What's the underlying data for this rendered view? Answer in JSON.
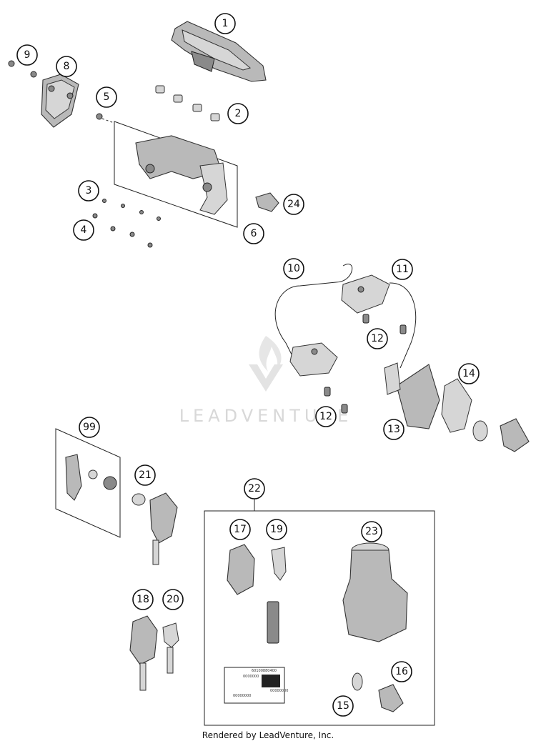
{
  "watermark": "LEADVENTURE",
  "footer": "Rendered by LeadVenture, Inc.",
  "callouts": [
    "1",
    "2",
    "3",
    "4",
    "5",
    "6",
    "8",
    "9",
    "10",
    "11",
    "12",
    "12",
    "13",
    "14",
    "15",
    "16",
    "17",
    "18",
    "19",
    "20",
    "21",
    "22",
    "23",
    "24",
    "99"
  ],
  "barcode_label": {
    "top_text": "60100880400",
    "mid_text": "0000000",
    "code_text": "00000000",
    "left_text": "00000000"
  }
}
